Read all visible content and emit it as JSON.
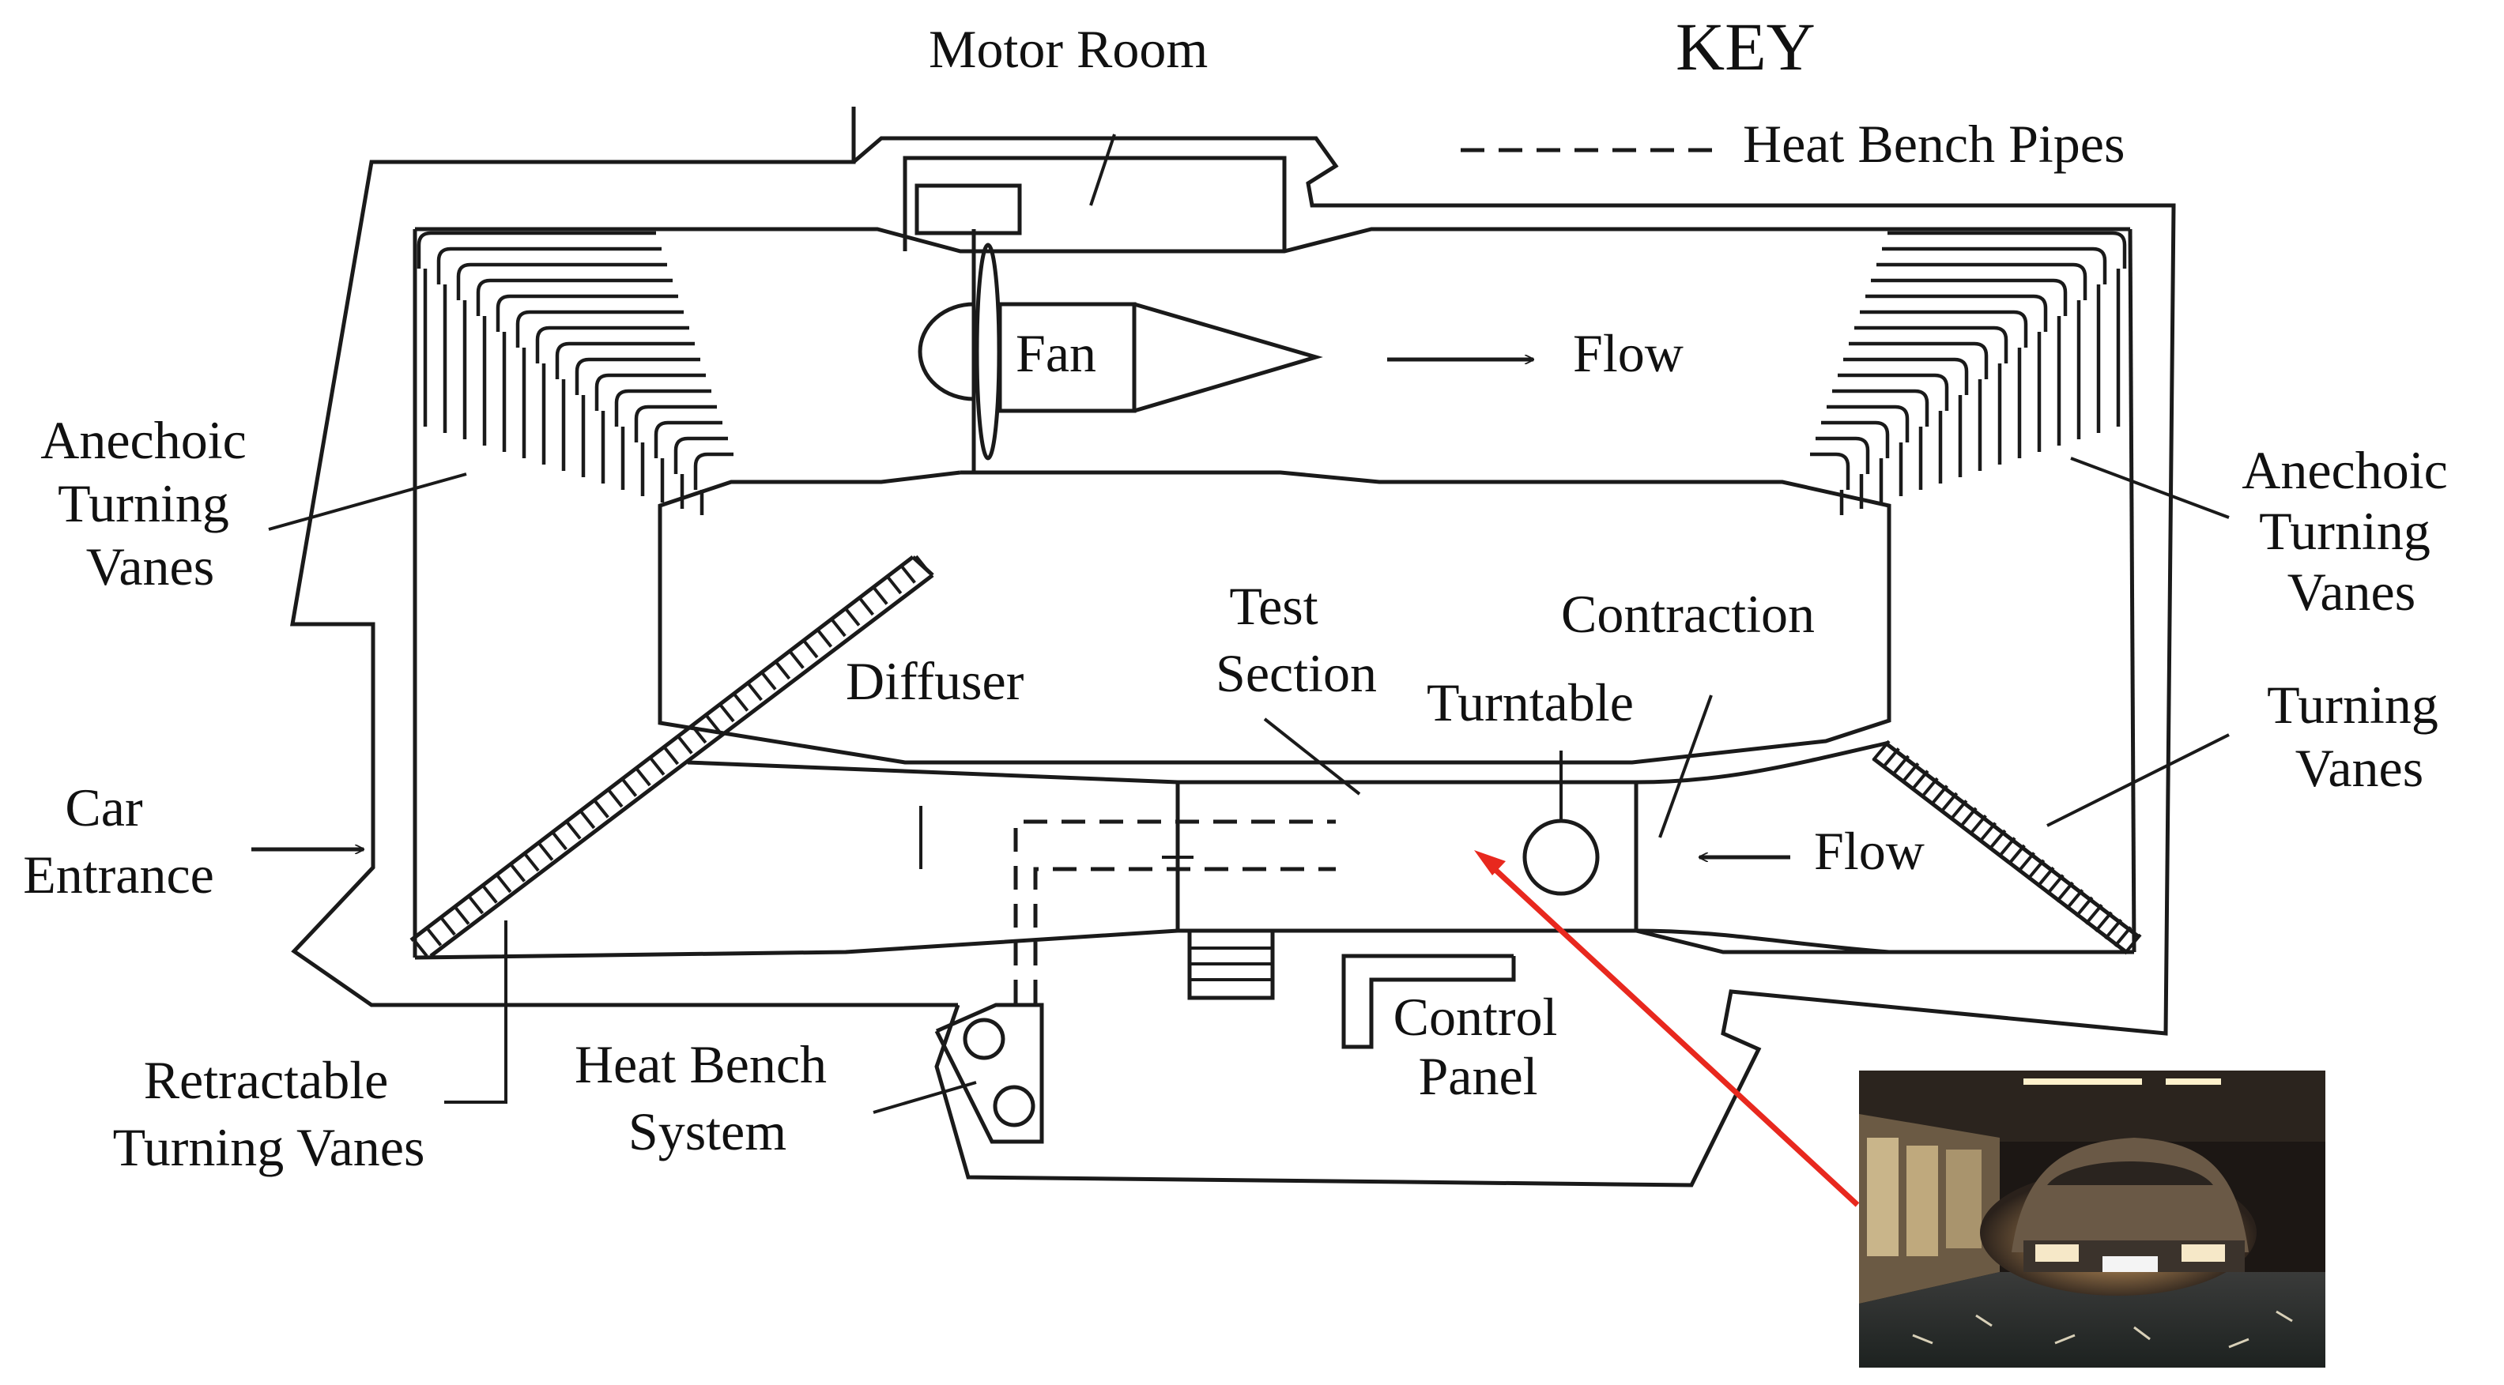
{
  "key": {
    "title": "KEY",
    "legend_heat_bench_pipes": "Heat Bench Pipes"
  },
  "labels": {
    "motor_room": "Motor Room",
    "fan": "Fan",
    "flow_top": "Flow",
    "flow_bottom": "Flow",
    "anechoic_left": [
      "Anechoic",
      "Turning",
      "Vanes"
    ],
    "anechoic_right": [
      "Anechoic",
      "Turning",
      "Vanes"
    ],
    "diffuser": "Diffuser",
    "test_section": [
      "Test",
      "Section"
    ],
    "turntable": "Turntable",
    "contraction": "Contraction",
    "turning_vanes": [
      "Turning",
      "Vanes"
    ],
    "car_entrance": [
      "Car",
      "Entrance"
    ],
    "retractable_vanes": [
      "Retractable",
      "Turning Vanes"
    ],
    "heat_bench": [
      "Heat Bench",
      "System"
    ],
    "control_panel": [
      "Control",
      "Panel"
    ]
  },
  "colors": {
    "line": "#1a1a1a",
    "pointer_arrow": "#e8281e",
    "photo_bg": "#1c1714"
  }
}
